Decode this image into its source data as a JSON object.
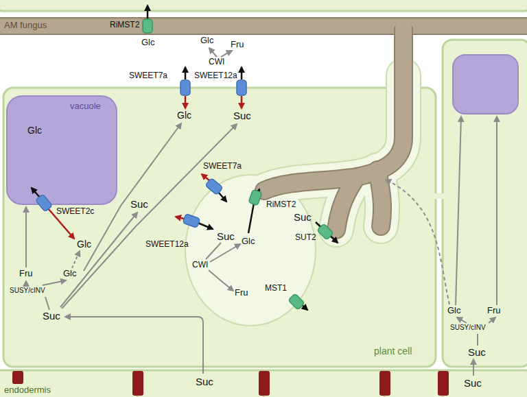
{
  "diagram": {
    "nodes": [
      {
        "text": [
          "AM fungus"
        ]
      },
      {
        "text": [
          "plant cell"
        ]
      },
      {
        "text": [
          "vacuole",
          "Glc"
        ],
        "in": 1
      },
      {
        "text": [
          "endodermis"
        ]
      }
    ],
    "labels": [
      "RiMST2",
      "Glc",
      "SWEET7a",
      "SWEET12a",
      "Glc",
      "Fru",
      "CWI",
      "Glc",
      "Suc",
      "SWEET2c",
      "Glc",
      "Fru",
      "Glc",
      "SUSY/cINV",
      "Suc",
      "Suc",
      "SWEET7a",
      "SWEET12a",
      "Suc",
      "CWI",
      "Glc",
      "Fru",
      "RiMST2",
      "Suc",
      "SUT2",
      "MST1",
      "Suc",
      "Glc",
      "Fru",
      "SUSY/cINV",
      "Suc",
      "Suc"
    ]
  }
}
